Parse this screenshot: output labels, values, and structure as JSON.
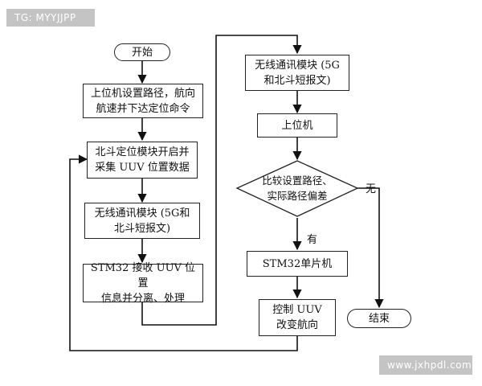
{
  "watermarks": {
    "top_left": "TG: MYYJJPP",
    "bottom_right": "www.jxhpdl.com"
  },
  "flowchart": {
    "start": "开始",
    "set_path": "上位机设置路径，航向\n航速并下达定位命令",
    "beidou_pos": "北斗定位模块开启并\n采集 UUV 位置数据",
    "wireless_left": "无线通讯模块 (5G和\n北斗短报文)",
    "stm32_recv": "STM32 接收 UUV 位置\n信息并分离、处理",
    "wireless_right": "无线通讯模块 (5G\n和北斗短报文)",
    "host": "上位机",
    "compare": "比较设置路径、\n实际路径偏差",
    "label_yes": "有",
    "label_no": "无",
    "stm32_mcu": "STM32单片机",
    "control": "控制 UUV\n改变航向",
    "end": "结束"
  }
}
